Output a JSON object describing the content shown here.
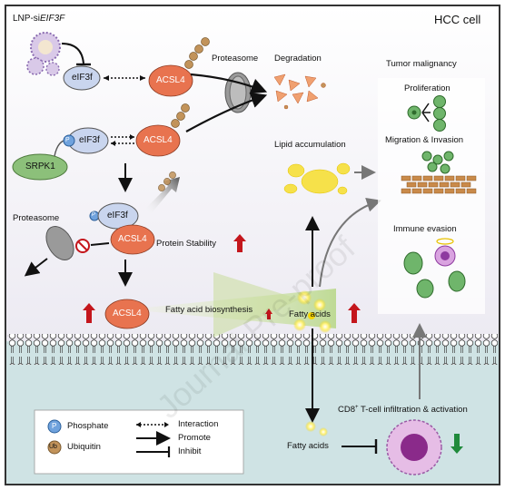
{
  "figure": {
    "cell_label": "HCC cell",
    "lnp_label_prefix": "LNP-si",
    "lnp_label_gene": "EIF3F",
    "proteins": {
      "eif3f": "eIF3f",
      "acsl4": "ACSL4",
      "srpk1": "SRPK1",
      "phosphate_symbol": "P",
      "ubiquitin_symbol": "Ub"
    },
    "labels": {
      "proteasome_top": "Proteasome",
      "degradation": "Degradation",
      "proteasome_mid": "Proteasome",
      "protein_stability": "Protein Stability",
      "fatty_acid_biosynthesis": "Fatty acid biosynthesis",
      "fatty_acids_in": "Fatty acids",
      "fatty_acids_out": "Fatty acids",
      "lipid_accumulation": "Lipid accumulation",
      "tumor_malignancy": "Tumor malignancy",
      "proliferation": "Proliferation",
      "migration_invasion": "Migration & Invasion",
      "immune_evasion": "Immune evasion",
      "cd8_prefix": "CD8",
      "cd8_sup": "+",
      "cd8_suffix": " T-cell infiltration & activation"
    },
    "legend": {
      "phosphate": "Phosphate",
      "ubiquitin": "Ubiquitin",
      "interaction": "Interaction",
      "promote": "Promote",
      "inhibit": "Inhibit"
    },
    "watermark": "Journal Pre-proof",
    "colors": {
      "eif3f_fill": "#c9d5ee",
      "acsl4_fill": "#e8734f",
      "srpk1_fill": "#8cc07a",
      "ub_fill": "#c2935a",
      "up_arrow": "#c4161c",
      "down_arrow": "#1f8a3b",
      "cytoplasm_top": "#ffffff",
      "cytoplasm_bottom": "#eeeef4",
      "extracellular": "#cfe3e4"
    }
  }
}
